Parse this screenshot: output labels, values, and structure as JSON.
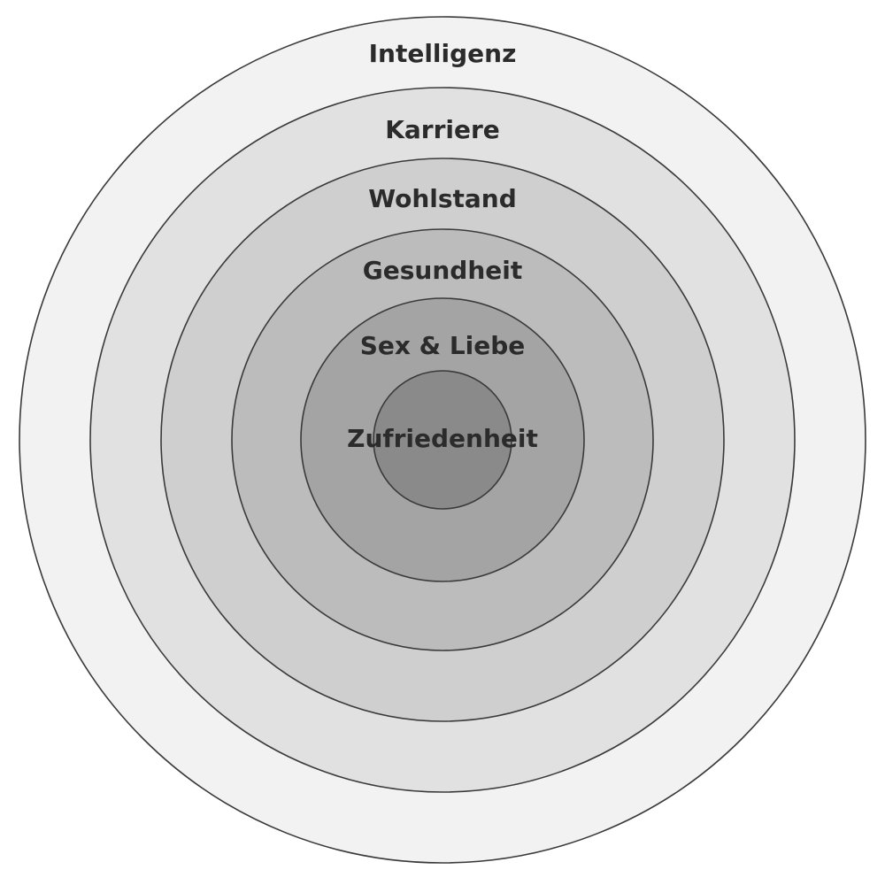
{
  "diagram": {
    "type": "concentric-circles",
    "rings": [
      {
        "label": "Intelligenz",
        "fill": "#f2f2f2"
      },
      {
        "label": "Karriere",
        "fill": "#e1e1e1"
      },
      {
        "label": "Wohlstand",
        "fill": "#cfcfcf"
      },
      {
        "label": "Gesundheit",
        "fill": "#bcbcbc"
      },
      {
        "label": "Sex & Liebe",
        "fill": "#a4a4a4"
      },
      {
        "label": "Zufriedenheit",
        "fill": "#8a8a8a"
      }
    ]
  }
}
